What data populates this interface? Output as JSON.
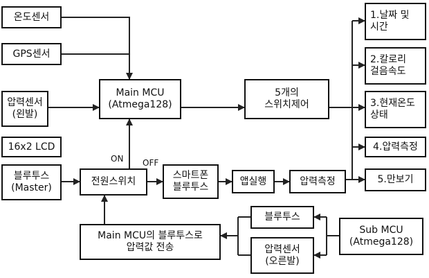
{
  "boxes": {
    "temp_sensor": [
      "온도센서"
    ],
    "gps_sensor": [
      "GPS센서"
    ],
    "pressure_sensor_left": [
      "압력센서",
      "(왼발)"
    ],
    "lcd": [
      "16x2 LCD"
    ],
    "bluetooth_master": [
      "블루투스",
      "(Master)"
    ],
    "main_mcu": [
      "Main MCU",
      "(Atmega128)"
    ],
    "switch_control": [
      "5개의",
      "스위치제어"
    ],
    "power_switch": [
      "전원스위치"
    ],
    "smartphone_bt": [
      "스마트폰",
      "블루투스"
    ],
    "app_run": [
      "앱실행"
    ],
    "pressure_measure": [
      "압력측정"
    ],
    "out_date_time": [
      "1.날짜 및",
      "시간"
    ],
    "out_calorie": [
      "2.칼로리",
      "걸음속도"
    ],
    "out_temp": [
      "3.현재온도",
      "상태"
    ],
    "out_pressure": [
      "4.압력측정"
    ],
    "out_pedometer": [
      "5.만보기"
    ],
    "main_bt_send": [
      "Main MCU의 블루투스로",
      "압력값 전송"
    ],
    "bluetooth": [
      "블루투스"
    ],
    "pressure_sensor_right": [
      "압력센서",
      "(오른발)"
    ],
    "sub_mcu": [
      "Sub MCU",
      "(Atmega128)"
    ]
  },
  "labels": {
    "on": "ON",
    "off": "OFF"
  }
}
